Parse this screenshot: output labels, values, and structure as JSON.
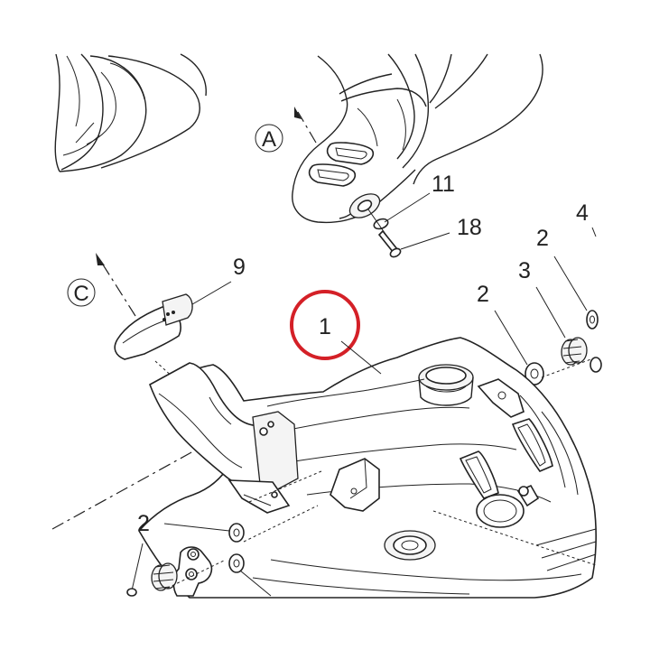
{
  "diagram": {
    "highlight_color": "#d42027",
    "view_refs": {
      "a": "A",
      "c": "C"
    },
    "callouts": {
      "p1": "1",
      "p2_upper": "2",
      "p2_right": "2",
      "p2_lower": "2",
      "p3": "3",
      "p4": "4",
      "p9": "9",
      "p11": "11",
      "p18": "18"
    }
  }
}
